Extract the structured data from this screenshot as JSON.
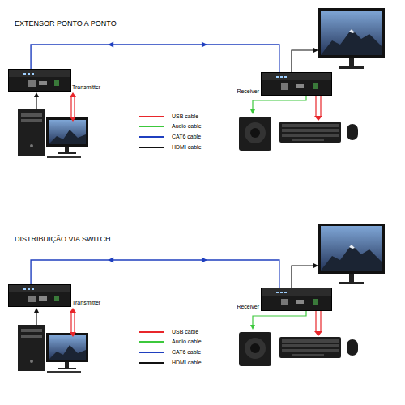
{
  "diagram": {
    "nodes": [
      {
        "text": [
          "Transmitter"
        ]
      },
      {
        "text": [
          "Receiver"
        ]
      },
      {
        "text": [
          "Transmitter"
        ]
      },
      {
        "text": [
          "Receiver"
        ]
      }
    ],
    "edges": [
      {
        "from": 0,
        "to": 1,
        "arrow": "both"
      },
      {
        "from": 2,
        "to": 3,
        "arrow": "both"
      }
    ],
    "labels": [
      "EXTENSOR PONTO A PONTO",
      "DISTRIBUIÇÃO VIA SWITCH"
    ],
    "legend": [
      {
        "text": "USB cable",
        "color": "#e8262b"
      },
      {
        "text": "Audio cable",
        "color": "#3cc83c"
      },
      {
        "text": "CAT6 cable",
        "color": "#1f3fbf"
      },
      {
        "text": "HDMI cable",
        "color": "#111111"
      },
      {
        "text": "USB cable",
        "color": "#e8262b"
      },
      {
        "text": "Audio cable",
        "color": "#3cc83c"
      },
      {
        "text": "CAT6 cable",
        "color": "#1f3fbf"
      },
      {
        "text": "HDMI cable",
        "color": "#111111"
      }
    ]
  }
}
